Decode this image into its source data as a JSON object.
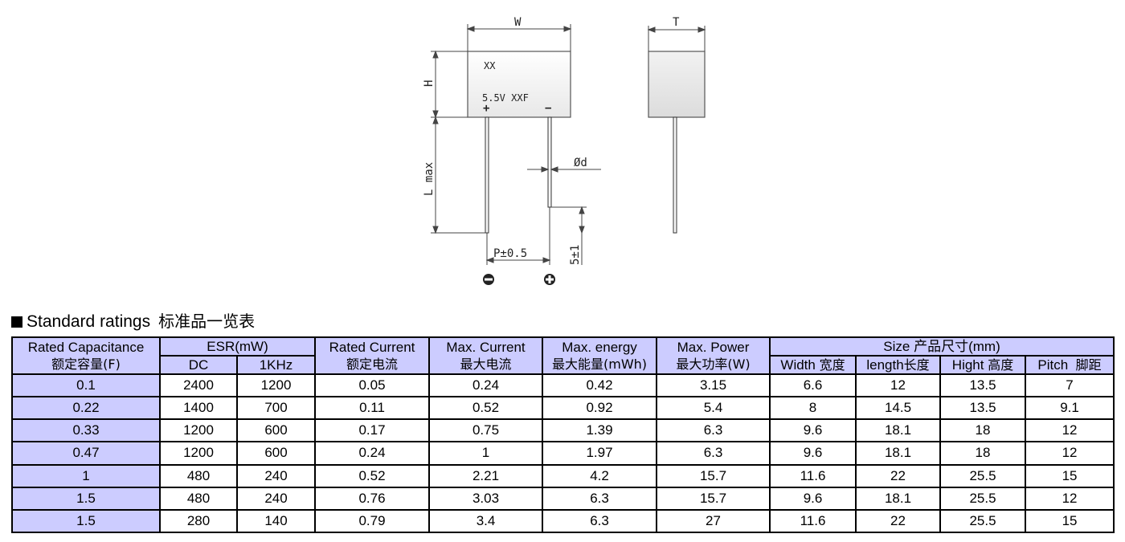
{
  "drawing": {
    "dim_w": "W",
    "dim_h": "H",
    "dim_t": "T",
    "dim_l": "L max",
    "dim_d": "Ød",
    "dim_p": "P±0.5",
    "dim_5": "5±1",
    "marking_line1": "XX",
    "marking_line2": "5.5V XXF",
    "pos_sign": "+",
    "neg_sign": "−"
  },
  "heading": {
    "title": "Standard ratings",
    "title_cn": "标准品一览表"
  },
  "table": {
    "headers": {
      "capacitance": "Rated Capacitance",
      "capacitance_cn": "额定容量(F)",
      "esr": "ESR(mW)",
      "esr_dc": "DC",
      "esr_1khz": "1KHz",
      "rated_current": "Rated Current",
      "rated_current_cn": "额定电流",
      "max_current": "Max. Current",
      "max_current_cn": "最大电流",
      "max_energy": "Max. energy",
      "max_energy_cn": "最大能量(mWh)",
      "max_power": "Max. Power",
      "max_power_cn": "最大功率(W)",
      "size": "Size  产品尺寸(mm)",
      "width": "Width",
      "width_cn": "宽度",
      "length": "length",
      "length_cn": "长度",
      "hight": "Hight",
      "hight_cn": "高度",
      "pitch": "Pitch",
      "pitch_cn": "脚距"
    },
    "rows": [
      {
        "cap": "0.1",
        "dc": "2400",
        "khz": "1200",
        "rc": "0.05",
        "mc": "0.24",
        "me": "0.42",
        "mp": "3.15",
        "w": "6.6",
        "l": "12",
        "h": "13.5",
        "p": "7"
      },
      {
        "cap": "0.22",
        "dc": "1400",
        "khz": "700",
        "rc": "0.11",
        "mc": "0.52",
        "me": "0.92",
        "mp": "5.4",
        "w": "8",
        "l": "14.5",
        "h": "13.5",
        "p": "9.1"
      },
      {
        "cap": "0.33",
        "dc": "1200",
        "khz": "600",
        "rc": "0.17",
        "mc": "0.75",
        "me": "1.39",
        "mp": "6.3",
        "w": "9.6",
        "l": "18.1",
        "h": "18",
        "p": "12"
      },
      {
        "cap": "0.47",
        "dc": "1200",
        "khz": "600",
        "rc": "0.24",
        "mc": "1",
        "me": "1.97",
        "mp": "6.3",
        "w": "9.6",
        "l": "18.1",
        "h": "18",
        "p": "12"
      },
      {
        "cap": "1",
        "dc": "480",
        "khz": "240",
        "rc": "0.52",
        "mc": "2.21",
        "me": "4.2",
        "mp": "15.7",
        "w": "11.6",
        "l": "22",
        "h": "25.5",
        "p": "15"
      },
      {
        "cap": "1.5",
        "dc": "480",
        "khz": "240",
        "rc": "0.76",
        "mc": "3.03",
        "me": "6.3",
        "mp": "15.7",
        "w": "9.6",
        "l": "18.1",
        "h": "25.5",
        "p": "12"
      },
      {
        "cap": "1.5",
        "dc": "280",
        "khz": "140",
        "rc": "0.79",
        "mc": "3.4",
        "me": "6.3",
        "mp": "27",
        "w": "11.6",
        "l": "22",
        "h": "25.5",
        "p": "15"
      }
    ]
  }
}
